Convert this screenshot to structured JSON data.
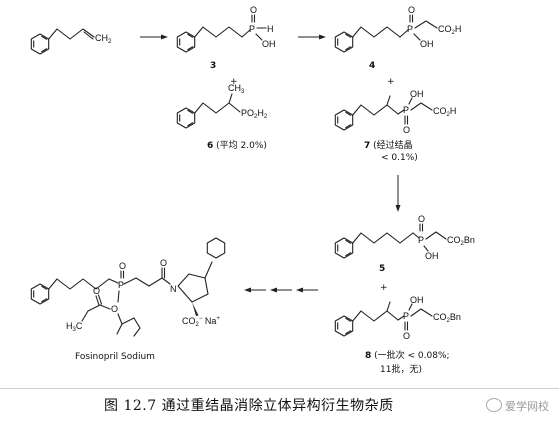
{
  "compounds": {
    "start": {
      "label_tail": "CH",
      "sub": "2"
    },
    "c3": {
      "number": "3",
      "p": "P",
      "h": "H",
      "o": "O",
      "oh": "OH"
    },
    "c4": {
      "number": "4",
      "p": "P",
      "o": "O",
      "oh": "OH",
      "acid": "CO",
      "acid_sub": "2",
      "acid_tail": "H"
    },
    "c6": {
      "number": "6",
      "note": "(平均 2.0%)",
      "methyl": "CH",
      "methyl_sub": "3",
      "po": "PO",
      "po_sub": "2",
      "po_tail": "H",
      "po_sub2": "2"
    },
    "c7": {
      "number": "7",
      "note": "(经过结晶",
      "note2": "< 0.1%)",
      "p": "P",
      "o": "O",
      "oh": "OH",
      "acid": "CO",
      "acid_sub": "2",
      "acid_tail": "H"
    },
    "c5": {
      "number": "5",
      "p": "P",
      "o": "O",
      "oh": "OH",
      "ester": "CO",
      "ester_sub": "2",
      "ester_tail": "Bn"
    },
    "c8": {
      "number": "8",
      "note": "(一批次 < 0.08%;",
      "note2": "11批，无)",
      "p": "P",
      "o": "O",
      "oh": "OH",
      "ester": "CO",
      "ester_sub": "2",
      "ester_tail": "Bn"
    },
    "fos": {
      "name": "Fosinopril Sodium",
      "p": "P",
      "o": "O",
      "o2": "O",
      "o3": "O",
      "o4": "O",
      "n": "N",
      "carb": "CO",
      "carb_sub": "2",
      "carb_sup": "−",
      "na": "Na",
      "na_sup": "+",
      "h3c": "H",
      "h3c_sub": "3",
      "h3c_tail": "C"
    }
  },
  "plus_sign": "+",
  "caption": "图 12.7   通过重结晶消除立体异构衍生物杂质",
  "watermark": {
    "icon": "wechat-icon",
    "text": "爱学网校"
  }
}
